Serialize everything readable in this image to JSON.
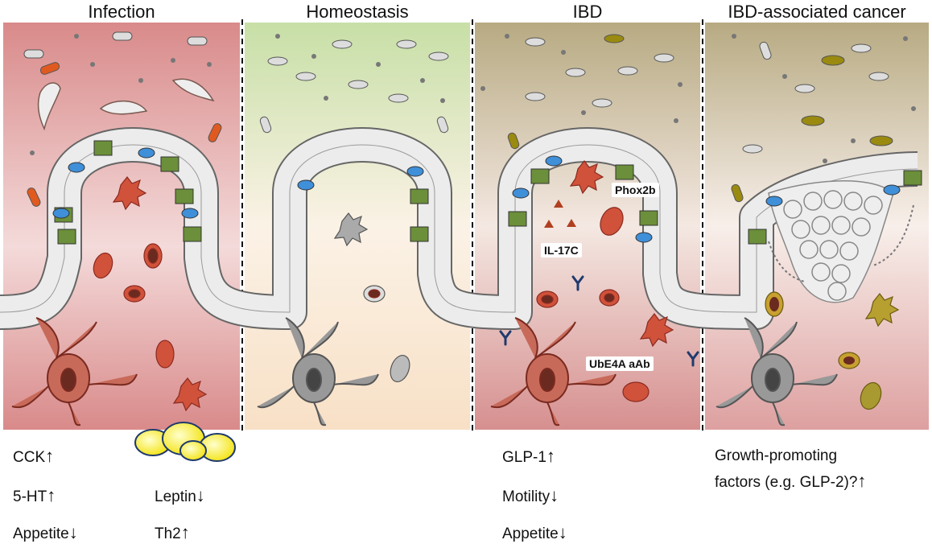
{
  "panels": [
    {
      "title": "Infection",
      "color": "red"
    },
    {
      "title": "Homeostasis",
      "color": "green"
    },
    {
      "title": "IBD",
      "color": "olive"
    },
    {
      "title": "IBD-associated cancer",
      "color": "olive"
    }
  ],
  "inline_labels": {
    "phox2b": "Phox2b",
    "il17c": "IL-17C",
    "ube4a": "UbE4A aAb"
  },
  "infection_effects": [
    {
      "text": "CCK",
      "arrow": "↑"
    },
    {
      "text": "5-HT",
      "arrow": "↑"
    },
    {
      "text": "Appetite",
      "arrow": "↓"
    },
    {
      "text": "Leptin",
      "arrow": "↓"
    },
    {
      "text": "Th2",
      "arrow": "↑"
    }
  ],
  "ibd_effects": [
    {
      "text": "GLP-1",
      "arrow": "↑"
    },
    {
      "text": "Motility",
      "arrow": "↓"
    },
    {
      "text": "Appetite",
      "arrow": "↓"
    }
  ],
  "cancer_effects": {
    "line1": "Growth-promoting",
    "line2": "factors (e.g. GLP-2)?",
    "arrow": "↑"
  },
  "colors": {
    "infection_lumen": "#d98a8a",
    "homeostasis_lumen": "#cfe3b0",
    "ibd_lumen": "#b9ad86",
    "cancer_lumen": "#b9ad86",
    "epithelium": "#e9e9e9",
    "enteroendocrine_green": "#6b8f3a",
    "enteroendocrine_blue": "#3f8fd9",
    "immune_red": "#d0523a",
    "antibody": "#1f3a6e"
  }
}
